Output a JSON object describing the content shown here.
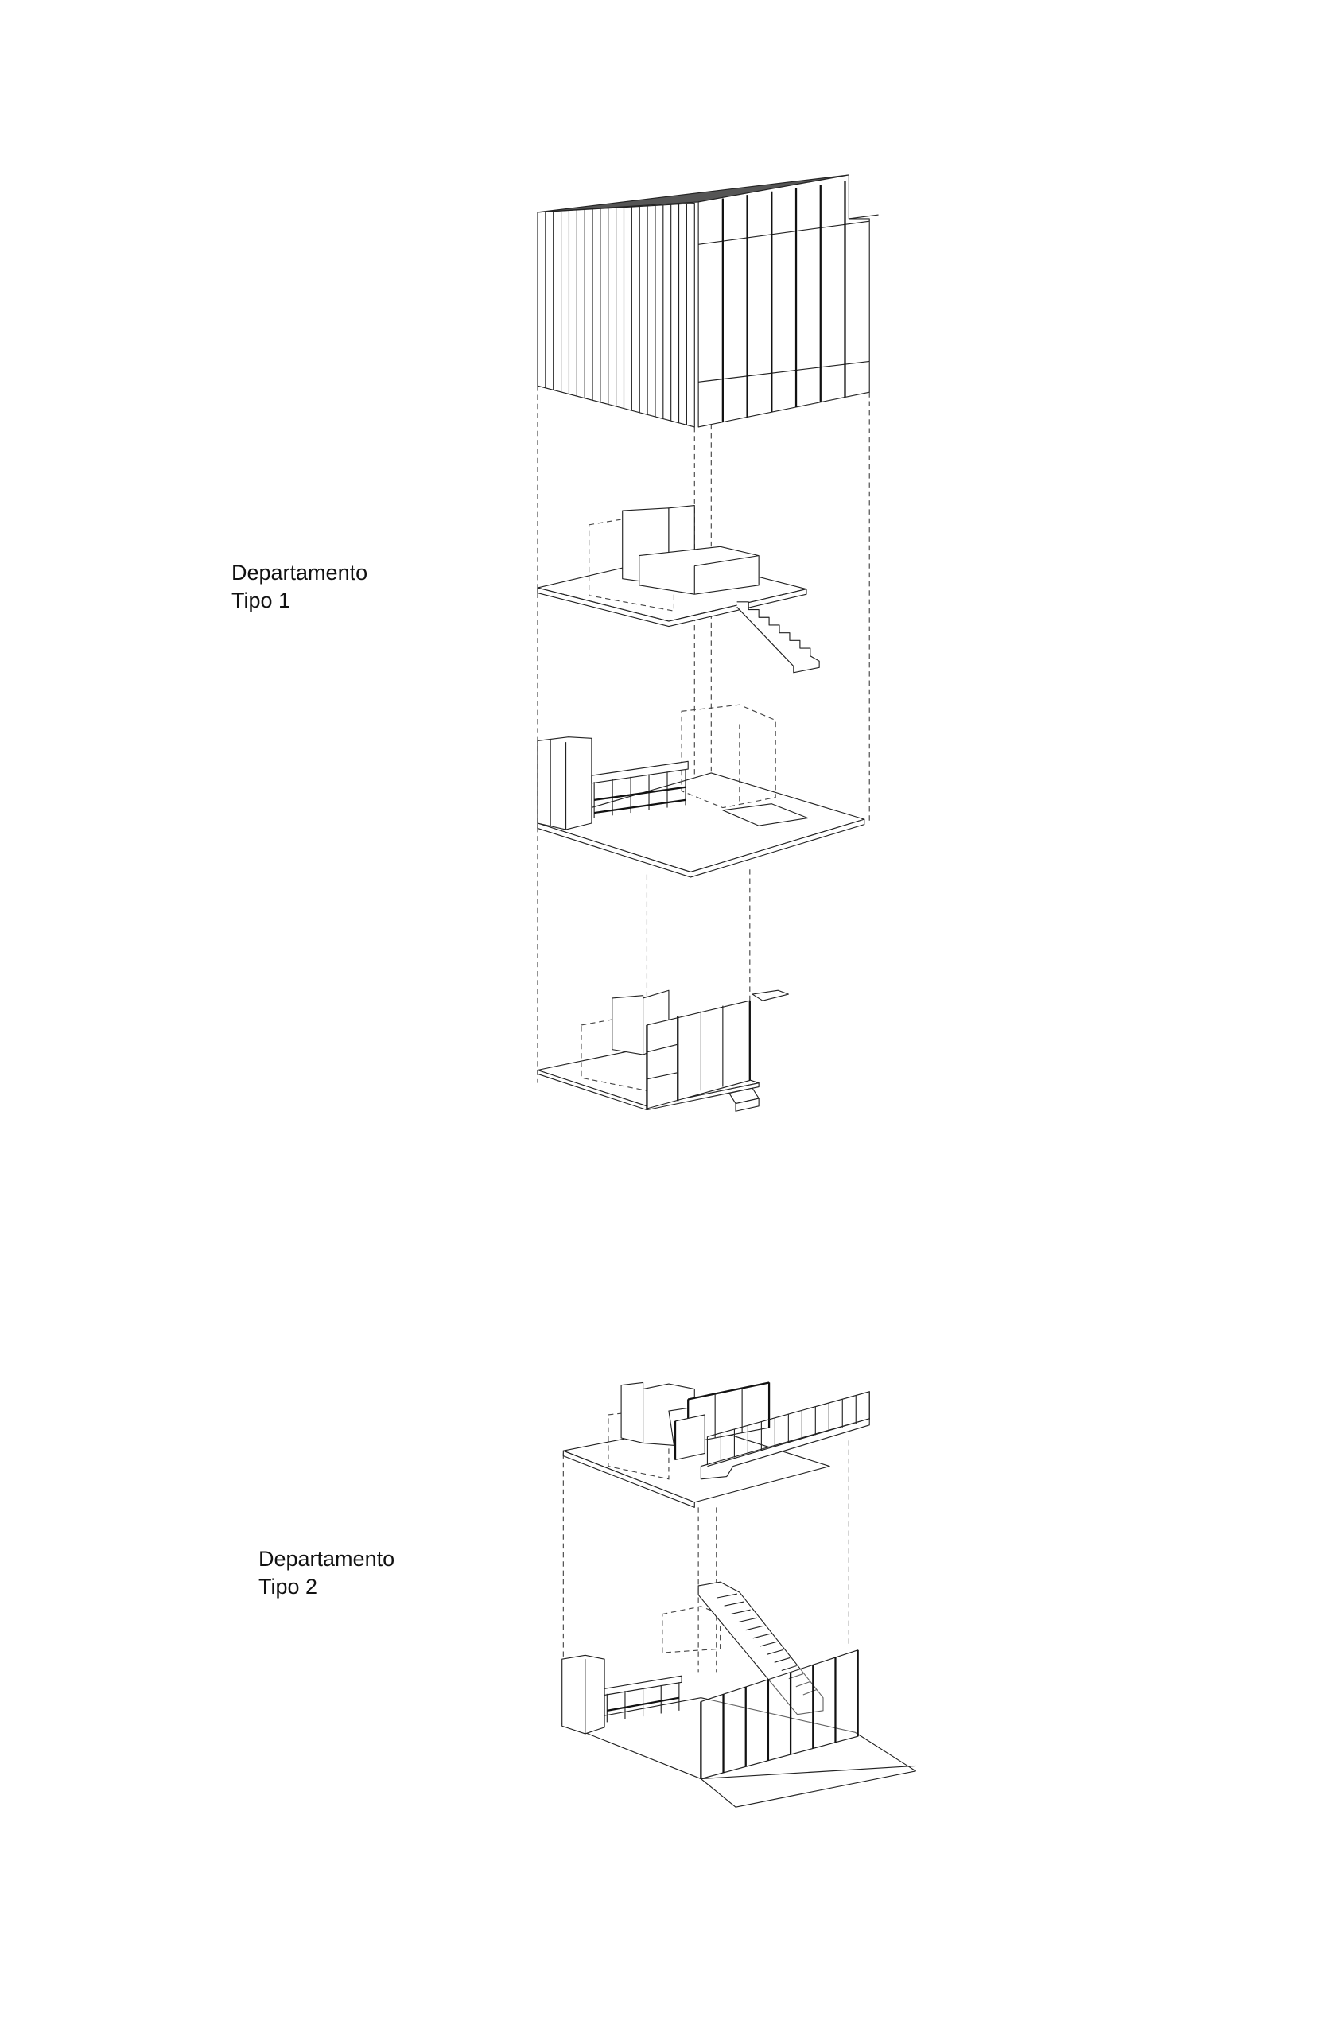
{
  "labels": {
    "tipo1": {
      "line1": "Departamento",
      "line2": "Tipo 1"
    },
    "tipo2": {
      "line1": "Departamento",
      "line2": "Tipo 2"
    }
  },
  "colors": {
    "line": "#222222",
    "background": "#ffffff"
  }
}
